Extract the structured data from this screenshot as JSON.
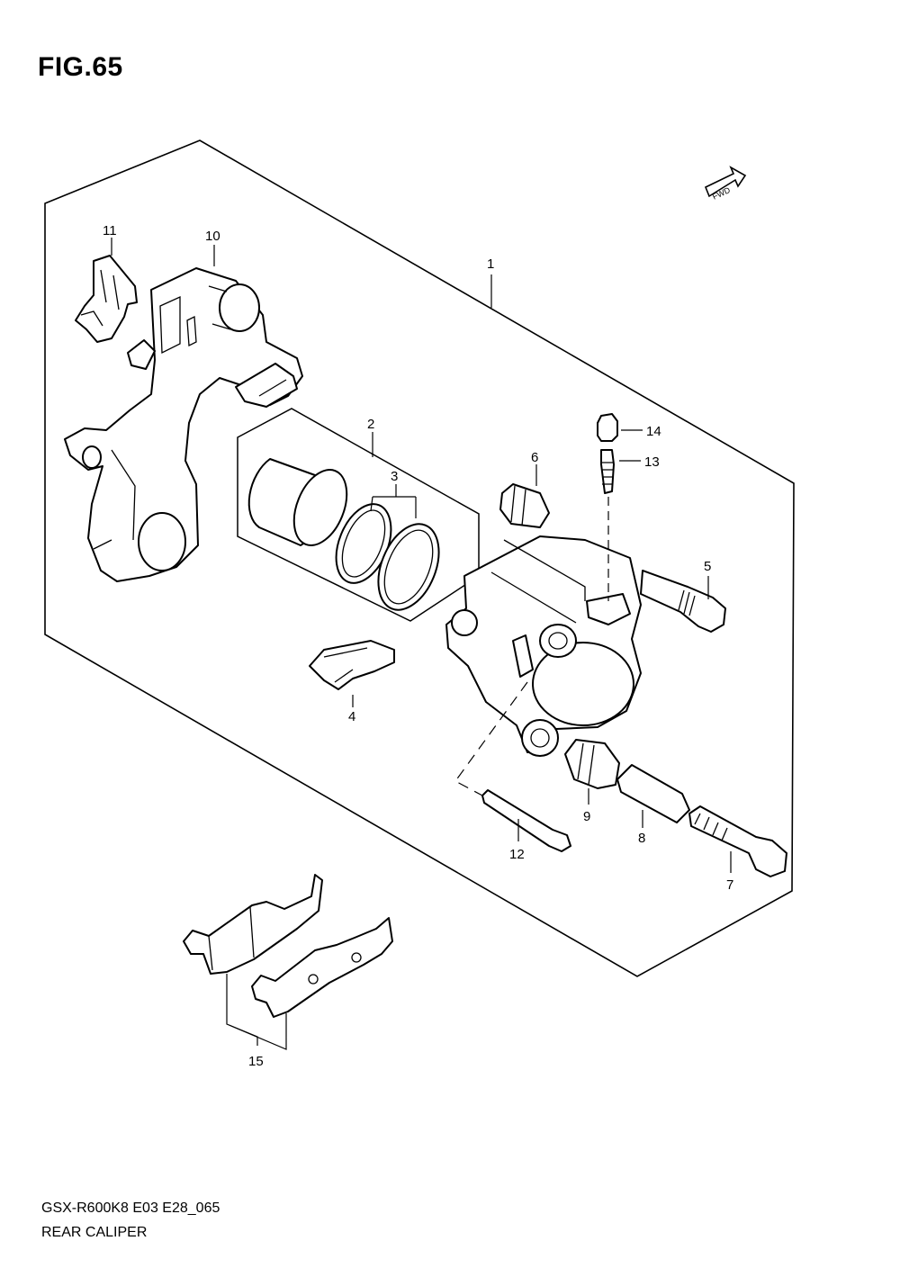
{
  "figure": {
    "title": "FIG.65",
    "model_code": "GSX-R600K8 E03 E28_065",
    "name": "REAR CALIPER",
    "fwd_label": "FWD"
  },
  "callouts": [
    "1",
    "2",
    "3",
    "4",
    "5",
    "6",
    "7",
    "8",
    "9",
    "10",
    "11",
    "12",
    "13",
    "14",
    "15"
  ]
}
